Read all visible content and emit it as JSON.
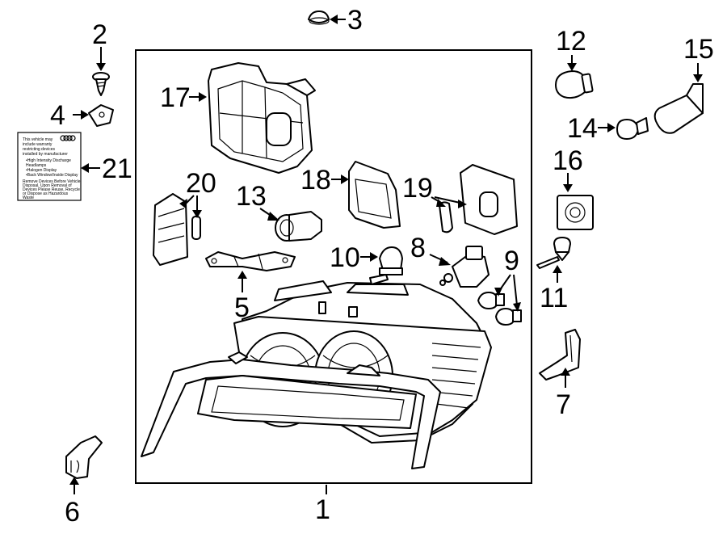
{
  "callouts": {
    "c1": "1",
    "c2": "2",
    "c3": "3",
    "c4": "4",
    "c5": "5",
    "c6": "6",
    "c7": "7",
    "c8": "8",
    "c9": "9",
    "c10": "10",
    "c11": "11",
    "c12": "12",
    "c13": "13",
    "c14": "14",
    "c15": "15",
    "c16": "16",
    "c17": "17",
    "c18": "18",
    "c19": "19",
    "c20": "20",
    "c21": "21"
  },
  "label_text": [
    "This vehicle may",
    "include warranty",
    "restricting devices",
    "installed by manufacturer",
    "•High Intensity Discharge",
    "  Headlamps",
    "•Halogen Display",
    "•Back Window/Inside Display",
    "Remove Devices Before Vehicle",
    "Disposal. Upon Removal of",
    "Devices Please Reuse, Recycle",
    "or Dispose as Hazardous",
    "Waste"
  ]
}
